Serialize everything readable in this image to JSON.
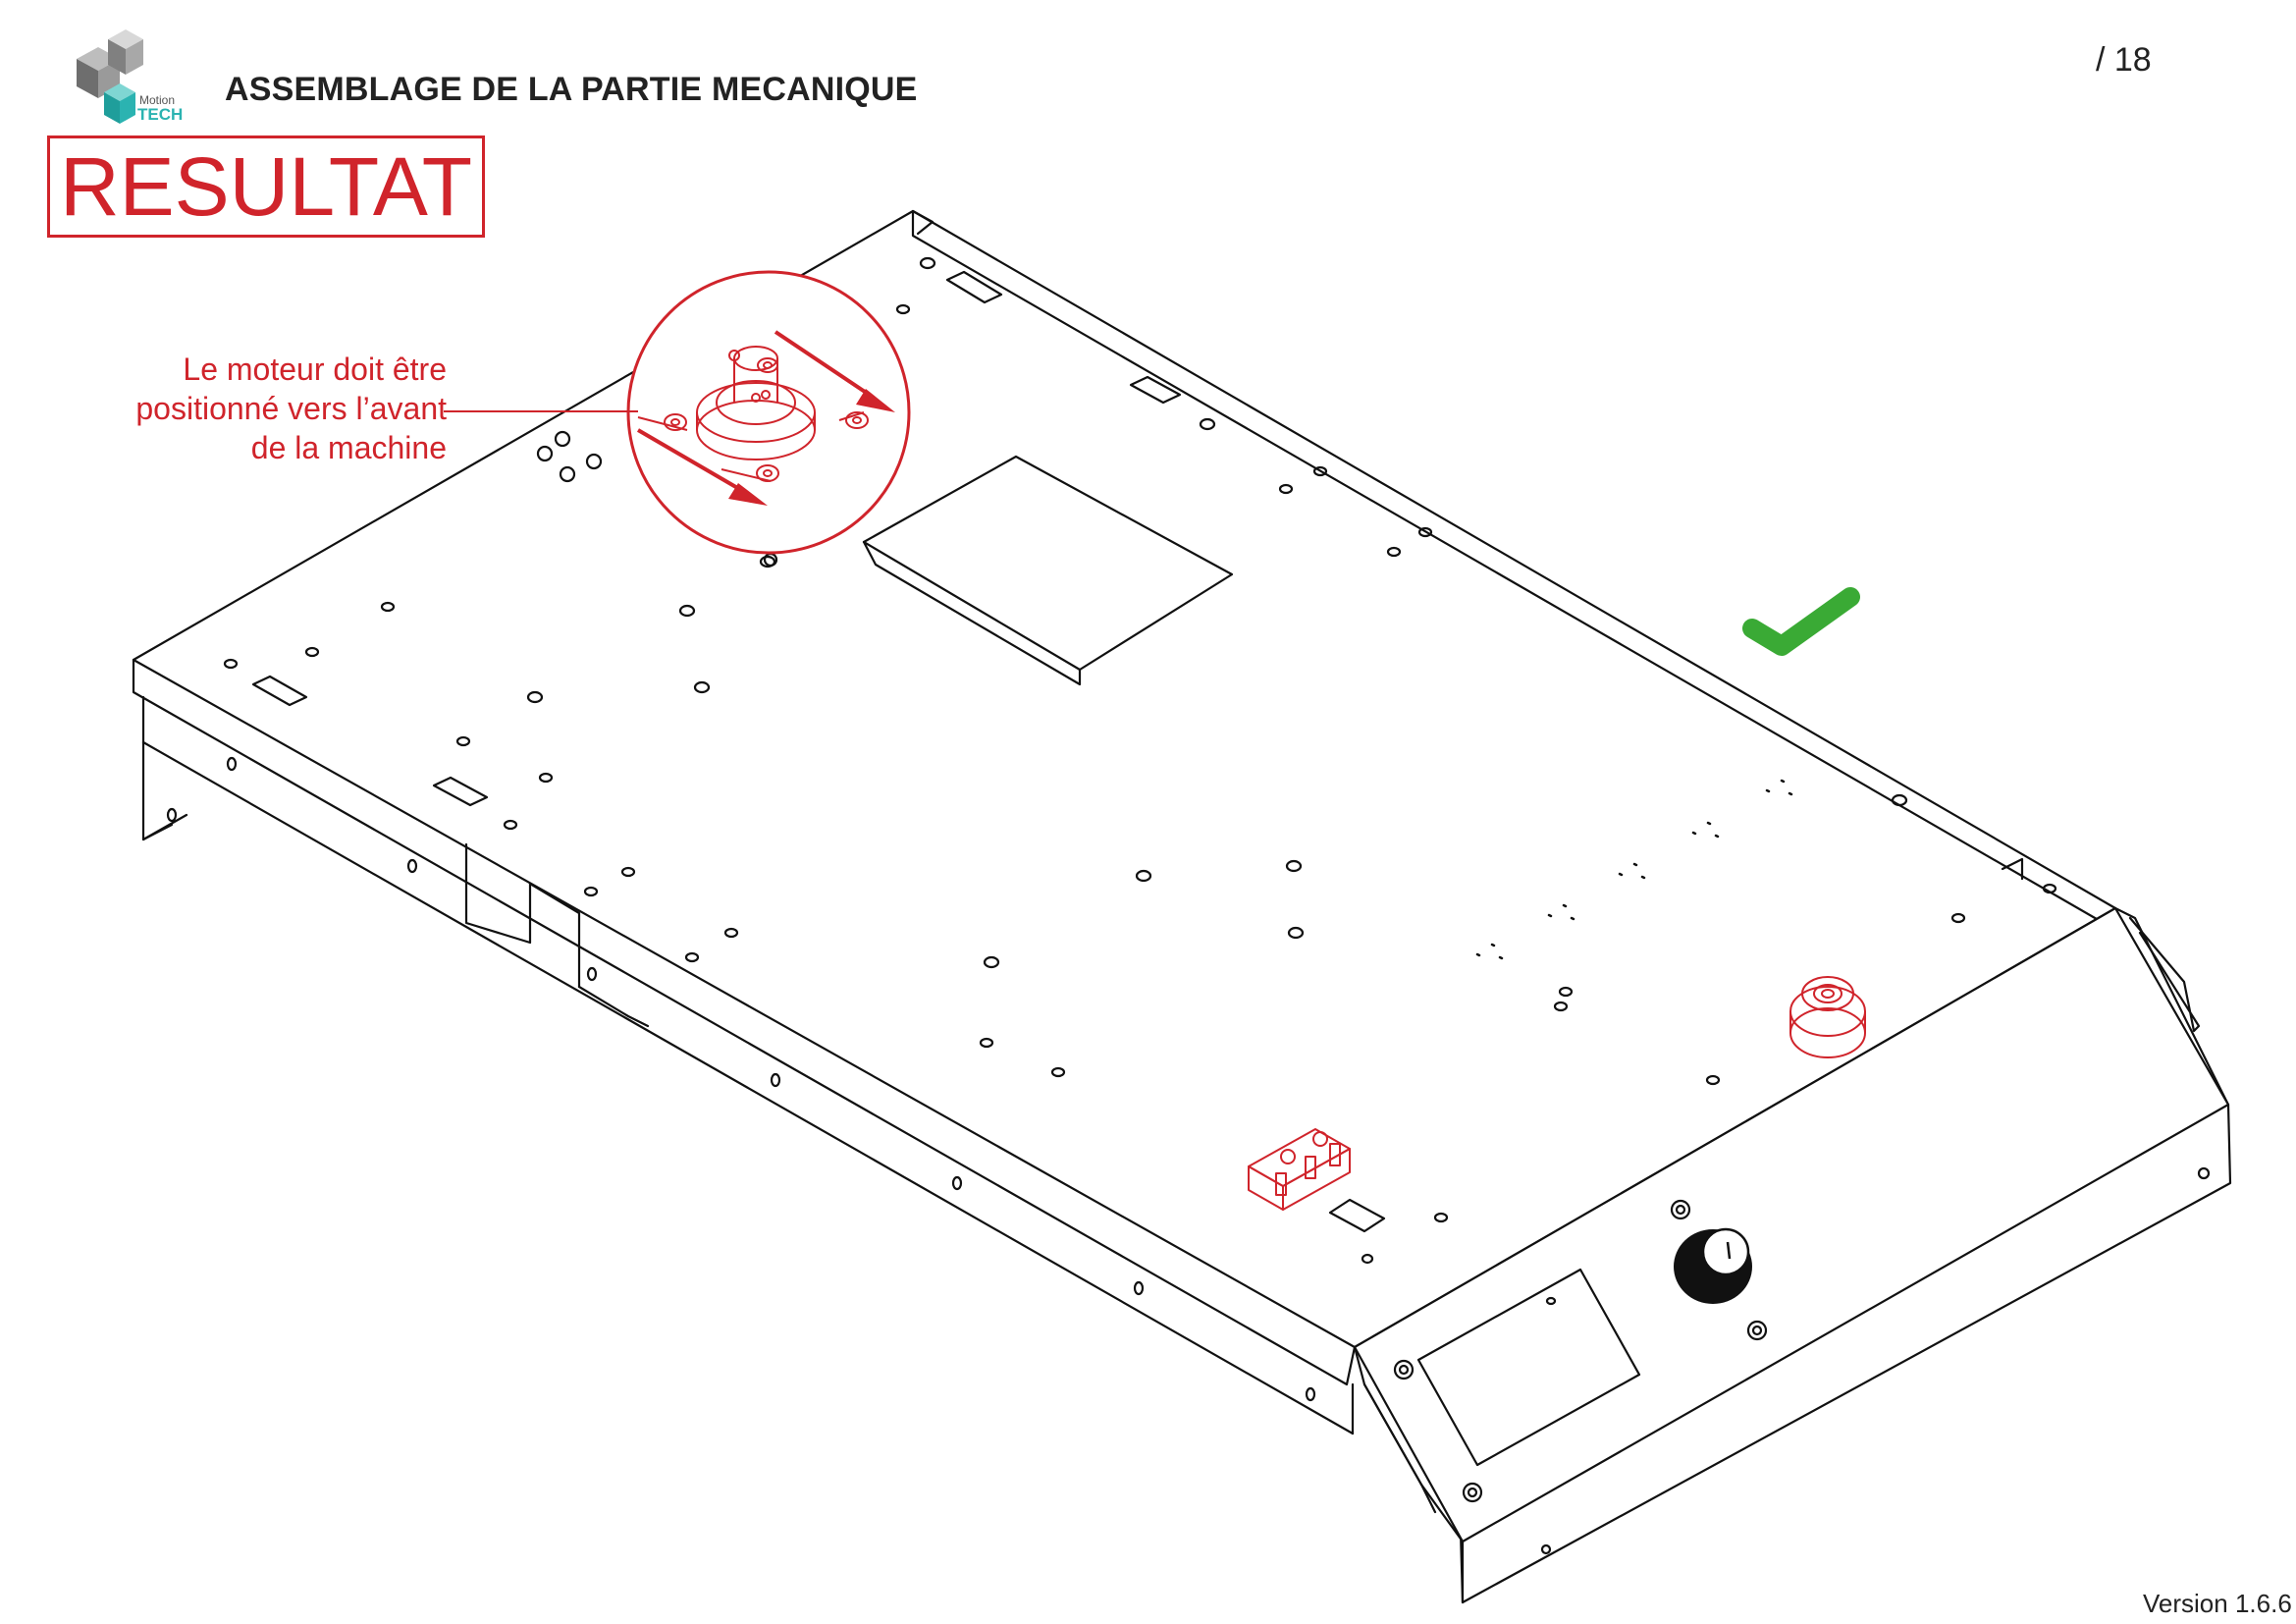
{
  "header": {
    "title": "ASSEMBLAGE DE LA PARTIE MECANIQUE",
    "page_number": "/ 18"
  },
  "logo": {
    "line1": "Motion",
    "line2": "TECH"
  },
  "result_label": "RESULTAT",
  "annotation": {
    "line1": "Le moteur doit être",
    "line2": "positionné vers l’avant",
    "line3": "de la machine"
  },
  "footer": {
    "version": "Version 1.6.6"
  },
  "colors": {
    "accent": "#d0242b",
    "check": "#3aaa35",
    "logo_teal": "#2bb3b1",
    "outline": "#111111"
  },
  "icons": [
    "company-logo-icon",
    "checkmark-icon",
    "stepper-motor-icon",
    "pulley-icon",
    "endstop-switch-icon",
    "rotary-knob-icon"
  ]
}
